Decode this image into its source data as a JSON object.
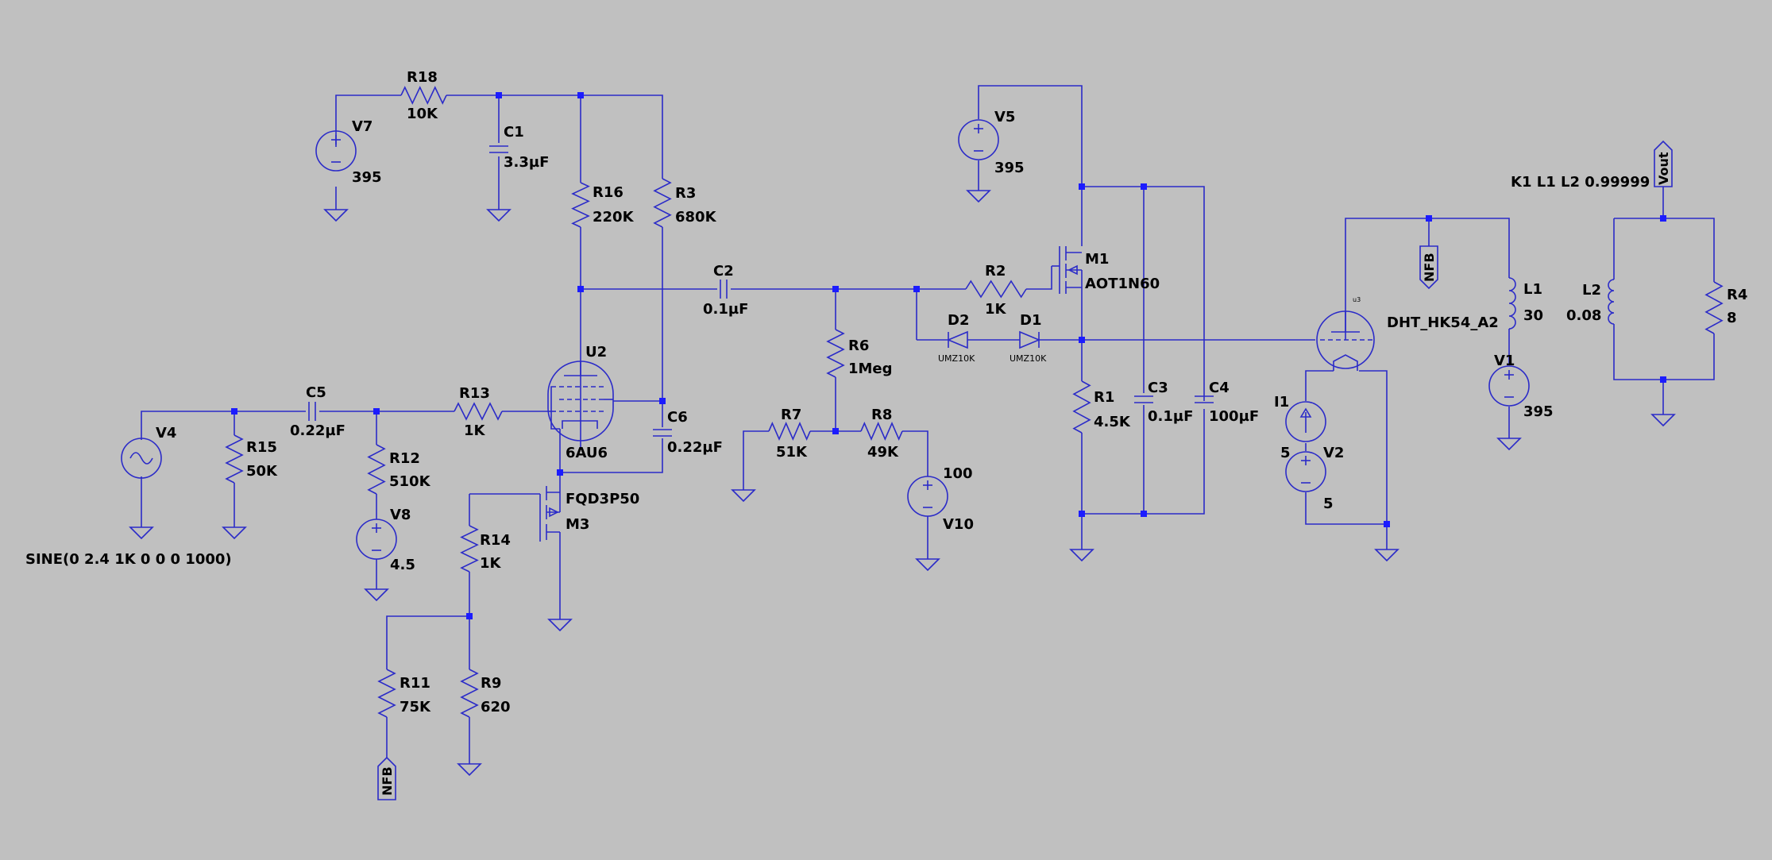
{
  "components": {
    "R18": {
      "ref": "R18",
      "value": "10K"
    },
    "V7": {
      "ref": "V7",
      "value": "395"
    },
    "C1": {
      "ref": "C1",
      "value": "3.3µF"
    },
    "R16": {
      "ref": "R16",
      "value": "220K"
    },
    "R3": {
      "ref": "R3",
      "value": "680K"
    },
    "C2": {
      "ref": "C2",
      "value": "0.1µF"
    },
    "R6": {
      "ref": "R6",
      "value": "1Meg"
    },
    "R7": {
      "ref": "R7",
      "value": "51K"
    },
    "R8": {
      "ref": "R8",
      "value": "49K"
    },
    "V10": {
      "ref": "V10",
      "value": "100"
    },
    "V5": {
      "ref": "V5",
      "value": "395"
    },
    "R2": {
      "ref": "R2",
      "value": "1K"
    },
    "M1": {
      "ref": "M1",
      "value": "AOT1N60"
    },
    "D2": {
      "ref": "D2",
      "value": "UMZ10K"
    },
    "D1": {
      "ref": "D1",
      "value": "UMZ10K"
    },
    "R1": {
      "ref": "R1",
      "value": "4.5K"
    },
    "C3": {
      "ref": "C3",
      "value": "0.1µF"
    },
    "C4": {
      "ref": "C4",
      "value": "100µF"
    },
    "U2": {
      "ref": "U2",
      "value": "6AU6"
    },
    "C6": {
      "ref": "C6",
      "value": "0.22µF"
    },
    "C5": {
      "ref": "C5",
      "value": "0.22µF"
    },
    "R13": {
      "ref": "R13",
      "value": "1K"
    },
    "V4": {
      "ref": "V4",
      "value": "SINE(0 2.4 1K 0 0 0 1000)"
    },
    "R15": {
      "ref": "R15",
      "value": "50K"
    },
    "R12": {
      "ref": "R12",
      "value": "510K"
    },
    "V8": {
      "ref": "V8",
      "value": "4.5"
    },
    "M3": {
      "ref": "M3",
      "value": "FQD3P50"
    },
    "R14": {
      "ref": "R14",
      "value": "1K"
    },
    "R11": {
      "ref": "R11",
      "value": "75K"
    },
    "R9": {
      "ref": "R9",
      "value": "620"
    },
    "I1": {
      "ref": "I1",
      "value": "5"
    },
    "V2": {
      "ref": "V2",
      "value": "5"
    },
    "U3": {
      "ref": "DHT_HK54_A2",
      "pin": "u3"
    },
    "L1": {
      "ref": "L1",
      "value": "30"
    },
    "V1": {
      "ref": "V1",
      "value": "395"
    },
    "L2": {
      "ref": "L2",
      "value": "0.08"
    },
    "R4": {
      "ref": "R4",
      "value": "8"
    }
  },
  "directives": {
    "coupling": "K1 L1 L2 0.99999"
  },
  "net_labels": {
    "nfb": "NFB",
    "vout": "Vout"
  }
}
